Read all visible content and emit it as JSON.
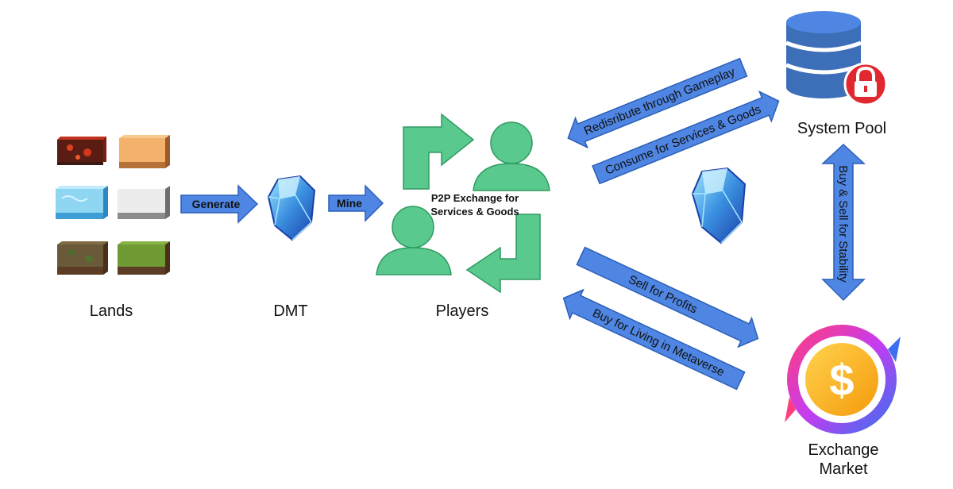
{
  "nodes": {
    "lands": "Lands",
    "dmt": "DMT",
    "players": "Players",
    "system_pool_label": "System Pool",
    "exchange_market_line1": "Exchange",
    "exchange_market_line2": "Market"
  },
  "arrows": {
    "generate": "Generate",
    "mine": "Mine",
    "redistribute": "Redisribute through Gameplay",
    "consume": "Consume for Services & Goods",
    "sell": "Sell for Profits",
    "buy": "Buy for Living in Metaverse",
    "buy_sell_stability": "Buy & Sell for Stability"
  },
  "p2p": {
    "line1": "P2P Exchange for",
    "line2": "Services & Goods"
  },
  "land_tiles": [
    "lava",
    "sand",
    "water",
    "snow",
    "dirt",
    "grass"
  ],
  "icons": {
    "gem": "dmt-crystal-icon",
    "players": "user-icon",
    "database": "database-icon",
    "lock": "lock-icon",
    "exchange": "dollar-exchange-icon"
  },
  "colors": {
    "arrow_fill": "#4f86e3",
    "arrow_stroke": "#2b5fb8",
    "player_green": "#5ac98d",
    "player_stroke": "#2f9a62",
    "db_blue": "#3d6fb8",
    "lock_red": "#e0282e",
    "coin_orange": "#f39c12"
  }
}
